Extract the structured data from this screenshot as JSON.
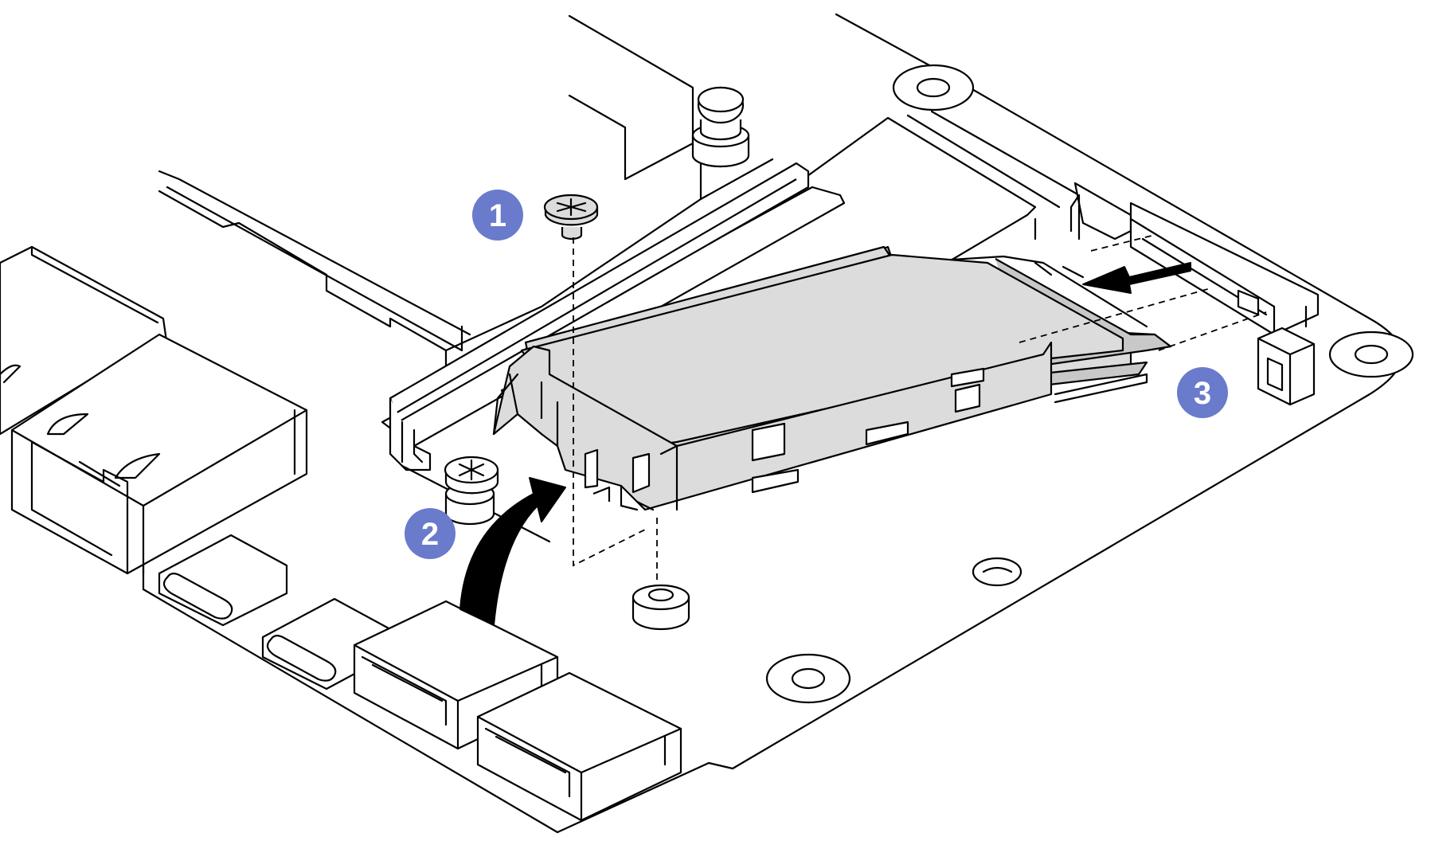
{
  "figure": {
    "callouts": [
      {
        "label": "1",
        "meaning": "remove-screw"
      },
      {
        "label": "2",
        "meaning": "lift-drive"
      },
      {
        "label": "3",
        "meaning": "slide-out-of-slot"
      }
    ],
    "colors": {
      "callout_fill": "#6a7bcc",
      "callout_text": "#ffffff",
      "line": "#000000",
      "part_fill": "#dcdcdc",
      "background": "#ffffff"
    }
  }
}
